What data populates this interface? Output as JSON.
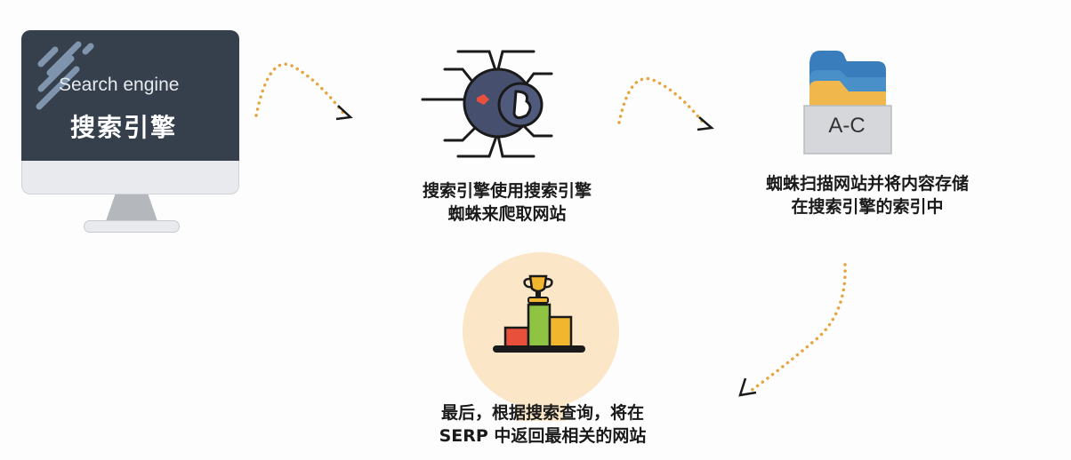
{
  "monitor": {
    "title_en": "Search engine",
    "title_zh": "搜索引擎",
    "screen_color": "#36404d"
  },
  "step1": {
    "icon": "spider-icon",
    "line1": "搜索引擎使用搜索引擎",
    "line2": "蜘蛛来爬取网站"
  },
  "step2": {
    "icon": "index-folder-icon",
    "folder_label": "A-C",
    "line1": "蜘蛛扫描网站并将内容存储",
    "line2": "在搜索引擎的索引中"
  },
  "step3": {
    "icon": "trophy-podium-icon",
    "line1": "最后，根据搜索查询，将在",
    "line2": "SERP 中返回最相关的网站",
    "bulb_color": "#fbe6c8"
  },
  "colors": {
    "arrow_dots": "#e6a540",
    "arrow_head": "#1a1a1a"
  }
}
